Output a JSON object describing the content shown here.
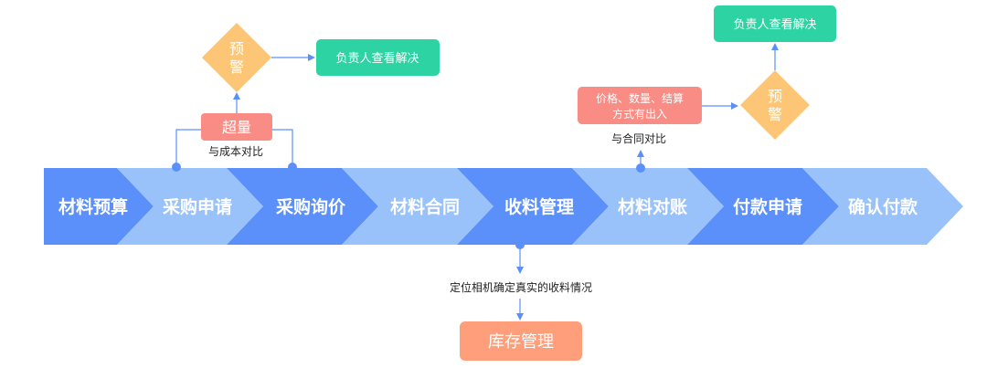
{
  "colors": {
    "chevron_dark": "#5B8FF9",
    "chevron_light": "#99C2FB",
    "connector": "#5B8FF9",
    "diamond": "#FDC676",
    "exception_box": "#F98C84",
    "resolve_box": "#2ED3A3",
    "storage_box": "#FF9E7A"
  },
  "stages": [
    {
      "label": "材料预算"
    },
    {
      "label": "采购申请"
    },
    {
      "label": "采购询价"
    },
    {
      "label": "材料合同"
    },
    {
      "label": "收料管理"
    },
    {
      "label": "材料对账"
    },
    {
      "label": "付款申请"
    },
    {
      "label": "确认付款"
    }
  ],
  "left_branch": {
    "exception_label": "超量",
    "compare_label": "与成本对比",
    "warning_line1": "预",
    "warning_line2": "警",
    "resolve_label": "负责人查看解决"
  },
  "right_branch": {
    "exception_line1": "价格、数量、结算",
    "exception_line2": "方式有出入",
    "compare_label": "与合同对比",
    "warning_line1": "预",
    "warning_line2": "警",
    "resolve_label": "负责人查看解决"
  },
  "bottom_branch": {
    "note_label": "定位相机确定真实的收料情况",
    "storage_label": "库存管理"
  }
}
